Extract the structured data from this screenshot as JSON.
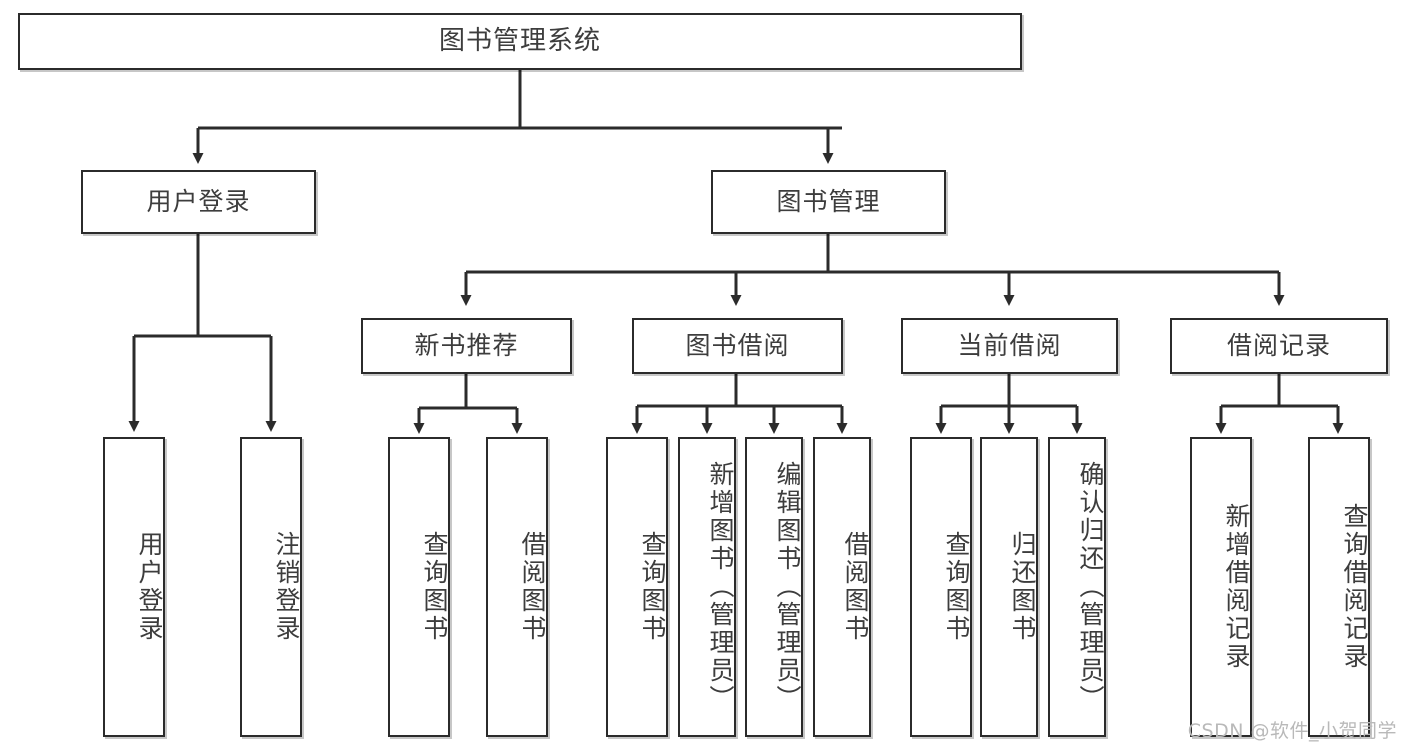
{
  "diagram": {
    "title": "图书管理系统",
    "type": "hierarchy-tree",
    "colors": {
      "box_border": "#2b2b2b",
      "box_fill": "#ffffff",
      "text": "#3d3d3d",
      "connector": "#2b2b2b",
      "watermark": "#b9b9b9"
    },
    "root": {
      "label": "图书管理系统"
    },
    "level1": [
      {
        "label": "用户登录"
      },
      {
        "label": "图书管理"
      }
    ],
    "level2": [
      {
        "label": "新书推荐"
      },
      {
        "label": "图书借阅"
      },
      {
        "label": "当前借阅"
      },
      {
        "label": "借阅记录"
      }
    ],
    "leaves": {
      "user_login": [
        {
          "label": "用户登录"
        },
        {
          "label": "注销登录"
        }
      ],
      "new_book": [
        {
          "label": "查询图书"
        },
        {
          "label": "借阅图书"
        }
      ],
      "book_borrow": [
        {
          "label": "查询图书"
        },
        {
          "label": "新增图书（管理员）"
        },
        {
          "label": "编辑图书（管理员）"
        },
        {
          "label": "借阅图书"
        }
      ],
      "current_borrow": [
        {
          "label": "查询图书"
        },
        {
          "label": "归还图书"
        },
        {
          "label": "确认归还（管理员）"
        }
      ],
      "borrow_record": [
        {
          "label": "新增借阅记录"
        },
        {
          "label": "查询借阅记录"
        }
      ]
    }
  },
  "watermark": {
    "text": "CSDN @软件_小贺同学"
  }
}
